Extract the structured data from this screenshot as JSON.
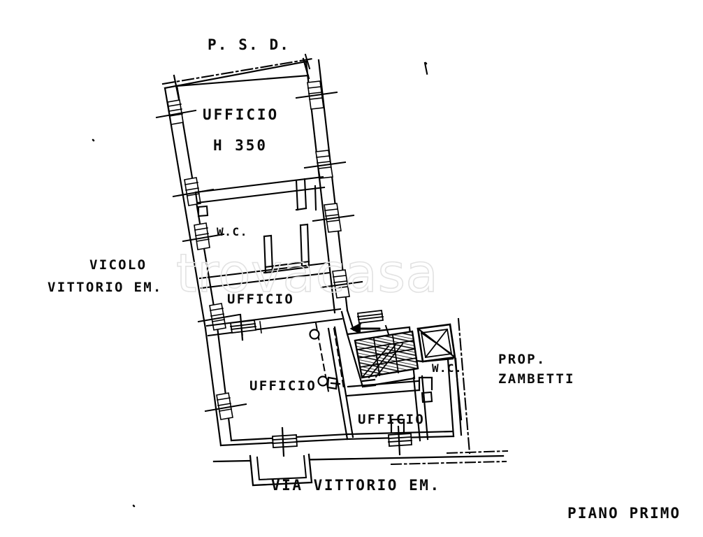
{
  "document": {
    "type": "architectural-floor-plan",
    "floor_label": "PIANO PRIMO",
    "watermark": "trovacasa",
    "ink_color": "#000000",
    "background_color": "#ffffff",
    "watermark_color": "#e2e2e2"
  },
  "boundary_labels": {
    "north": "P. S. D.",
    "west_line1": "VICOLO",
    "west_line2": "VITTORIO EM.",
    "east_line1": "PROP.",
    "east_line2": "ZAMBETTI",
    "south": "VIA VITTORIO EM."
  },
  "rooms": [
    {
      "id": "ufficio-nord",
      "label": "UFFICIO",
      "note": "H 350"
    },
    {
      "id": "wc-nord",
      "label": "W.C.",
      "note": ""
    },
    {
      "id": "ufficio-centrale",
      "label": "UFFICIO",
      "note": ""
    },
    {
      "id": "ufficio-sud-ovest",
      "label": "UFFICIO",
      "note": ""
    },
    {
      "id": "ufficio-sud-est",
      "label": "UFFICIO",
      "note": ""
    },
    {
      "id": "wc-est",
      "label": "W.C.",
      "note": ""
    }
  ],
  "room_labels": {
    "ufficio_nord": "UFFICIO",
    "height_note": "H 350",
    "wc_nord": "W.C.",
    "ufficio_centrale": "UFFICIO",
    "ufficio_sud_ovest": "UFFICIO",
    "ufficio_sud_est": "UFFICIO",
    "wc_est": "W.C."
  },
  "features": {
    "staircase": "winder-staircase",
    "shaft": "lift-shaft-crossed",
    "entrance_arrow": "left-arrow",
    "balcony": "south-balcony",
    "property_line_style": "dash-dot"
  }
}
